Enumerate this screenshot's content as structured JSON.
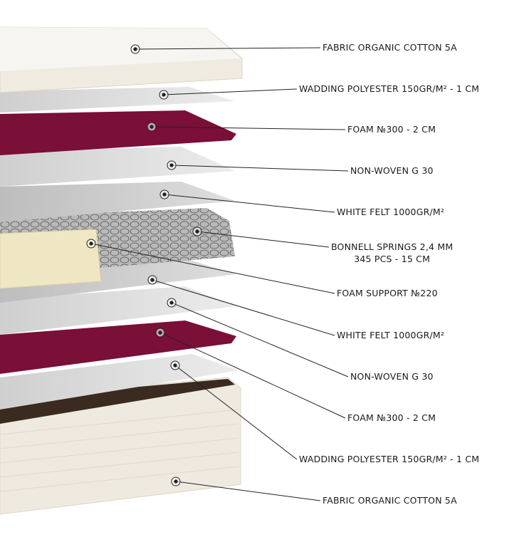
{
  "colors": {
    "fabric": "#f1ede3",
    "fabric_top": "#f7f6f2",
    "sheet_light": "#e6e6e6",
    "sheet_mid": "#cfcfcf",
    "foam_maroon": "#7a0f37",
    "foam_support": "#efe6c3",
    "springs": "#8c8c8c",
    "line": "#222222"
  },
  "labels": [
    {
      "text": "FABRIC ORGANIC COTTON 5A"
    },
    {
      "text": "WADDING POLYESTER 150GR/M² - 1 CM"
    },
    {
      "text": "FOAM №300 - 2 CM"
    },
    {
      "text": "NON-WOVEN G 30"
    },
    {
      "text": "WHITE FELT 1000GR/M²"
    },
    {
      "text": "BONNELL SPRINGS 2,4 MM",
      "text2": "345 PCS - 15 CM"
    },
    {
      "text": "FOAM SUPPORT №220"
    },
    {
      "text": "WHITE FELT 1000GR/M²"
    },
    {
      "text": "NON-WOVEN G 30"
    },
    {
      "text": "FOAM №300 - 2 CM"
    },
    {
      "text": "WADDING POLYESTER 150GR/M² - 1 CM"
    },
    {
      "text": "FABRIC ORGANIC COTTON 5A"
    }
  ]
}
